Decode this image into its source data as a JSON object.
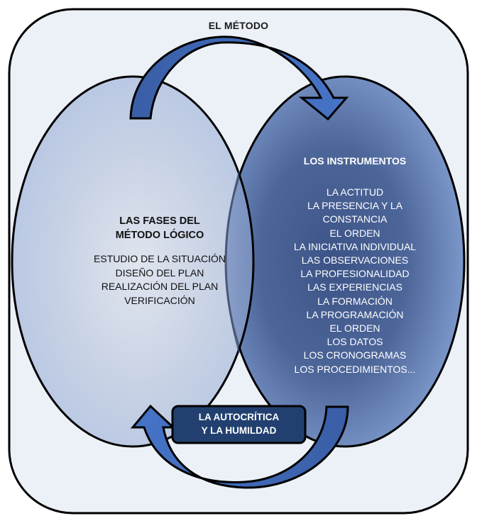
{
  "diagram": {
    "title": "EL MÉTODO",
    "left_ellipse": {
      "heading": [
        "LAS FASES DEL",
        "MÉTODO LÓGICO"
      ],
      "items": [
        "ESTUDIO DE LA SITUACIÓN",
        "DISEÑO DEL PLAN",
        "REALIZACIÓN DEL PLAN",
        "VERIFICACIÓN"
      ]
    },
    "right_ellipse": {
      "heading": "LOS INSTRUMENTOS",
      "items": [
        "LA ACTITUD",
        "LA PRESENCIA Y LA",
        "CONSTANCIA",
        "EL ORDEN",
        "LA INICIATIVA INDIVIDUAL",
        "LAS OBSERVACIONES",
        "LA PROFESIONALIDAD",
        "LAS EXPERIENCIAS",
        "LA FORMACIÓN",
        "LA PROGRAMACIÓN",
        "EL ORDEN",
        "LOS DATOS",
        "LOS CRONOGRAMAS",
        "LOS PROCEDIMIENTOS..."
      ]
    },
    "bottom_box": [
      "LA AUTOCRÍTICA",
      "Y LA HUMILDAD"
    ],
    "arrows": [
      {
        "name": "top-arrow",
        "from": "LAS FASES DEL MÉTODO LÓGICO",
        "to": "LOS INSTRUMENTOS"
      },
      {
        "name": "bottom-arrow",
        "from": "LOS INSTRUMENTOS",
        "to": "LAS FASES DEL MÉTODO LÓGICO"
      }
    ],
    "colors": {
      "background_panel": "#ecf0f7",
      "left_ellipse_center": "#d3d9e4",
      "left_ellipse_edge": "#8ba3d4",
      "right_ellipse_center": "#3f5687",
      "right_ellipse_edge": "#86a2d6",
      "arrow_fill": "#4472c4",
      "arrow_fill_dark": "#3a5ea6",
      "box_fill": "#22406f",
      "outline": "#000000"
    }
  }
}
